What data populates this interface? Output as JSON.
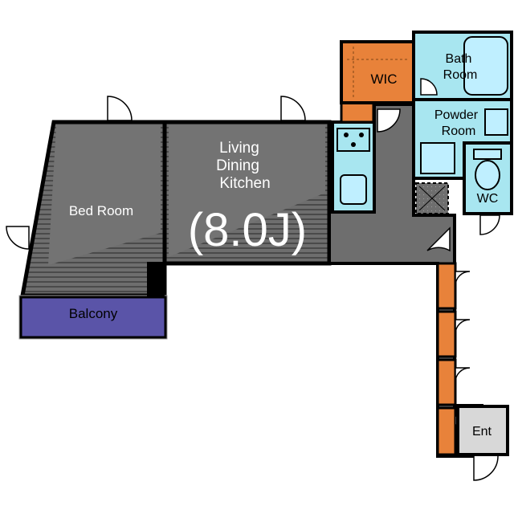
{
  "floor_plan": {
    "rooms": {
      "bedroom": "Bed Room",
      "balcony": "Balcony",
      "ldk_line1": "Living",
      "ldk_line2": "Dining",
      "ldk_line3": "Kitchen",
      "ldk_size": "(8.0J)",
      "wic": "WIC",
      "bath_line1": "Bath",
      "bath_line2": "Room",
      "powder_line1": "Powder",
      "powder_line2": "Room",
      "wc": "WC",
      "entrance": "Ent"
    },
    "colors": {
      "floor_dark": "#6e6e6e",
      "wall": "#000000",
      "storage_orange": "#e8823a",
      "wet_area_blue": "#a8e6f0",
      "fixture_blue": "#bfefff",
      "balcony_purple": "#5a54a8",
      "entrance_light": "#d8d8d8"
    }
  }
}
